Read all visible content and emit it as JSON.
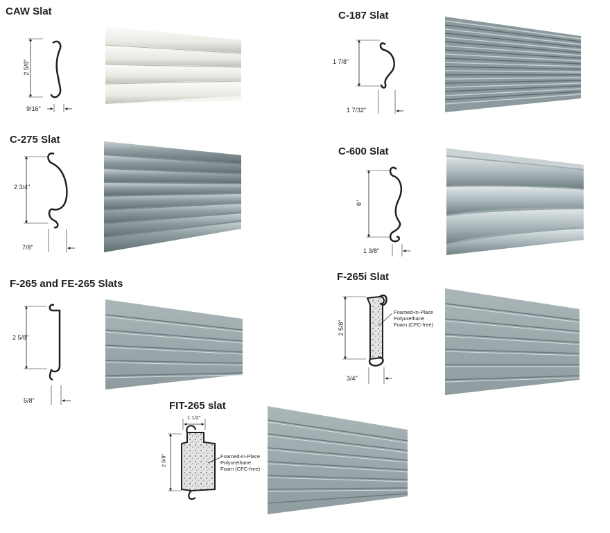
{
  "slats": [
    {
      "title": "CAW Slat",
      "height": "2 5/8\"",
      "depth": "9/16\""
    },
    {
      "title": "C-187 Slat",
      "height": "1 7/8\"",
      "depth": "1 7/32\""
    },
    {
      "title": "C-275 Slat",
      "height": "2 3/4\"",
      "depth": "7/8\""
    },
    {
      "title": "C-600 Slat",
      "height": "6\"",
      "depth": "1 3/8\""
    },
    {
      "title": "F-265 and FE-265 Slats",
      "height": "2 5/8\"",
      "depth": "5/8\""
    },
    {
      "title": "F-265i Slat",
      "height": "2 5/8\"",
      "depth": "3/4\"",
      "note": "Foamed-in-Place\nPolyurethane\nFoam (CFC-free)"
    },
    {
      "title": "FIT-265 slat",
      "height": "2 5/8\"",
      "width": "1 1/2\"",
      "note": "Foamed-in-Place\nPolyurethane\nFoam (CFC-free)"
    }
  ],
  "colors": {
    "gray_slat": "#8e9da0",
    "white_slat": "#eceee8",
    "foam": "#d8d8d8",
    "ink": "#231f20"
  }
}
